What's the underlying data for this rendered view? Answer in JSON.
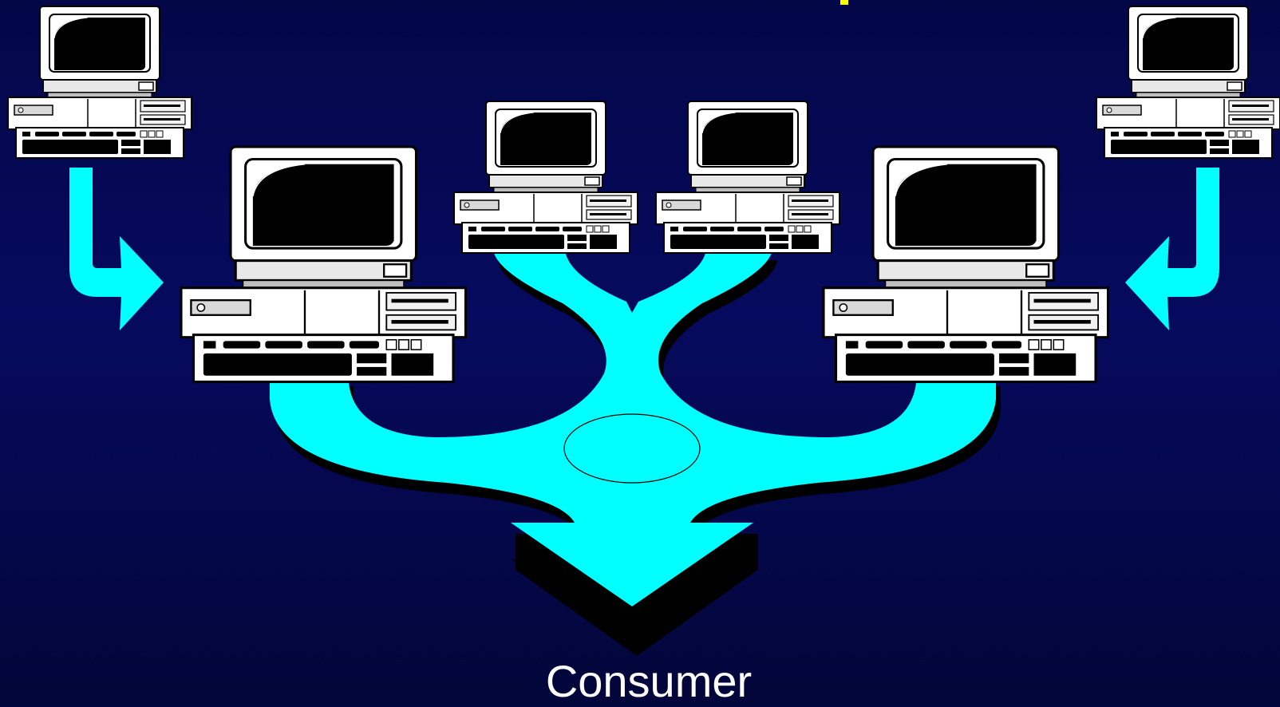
{
  "diagram": {
    "consumer_label": "Consumer",
    "colors": {
      "background": "#040852",
      "flow": "#00ffff",
      "shadow": "#000000",
      "computer_body": "#ffffff",
      "computer_panel": "#e6e6e6",
      "screen": "#000000",
      "title_mark": "#ffff00"
    },
    "computers": [
      {
        "name": "computer-top-left",
        "icon": "desktop-computer-icon"
      },
      {
        "name": "computer-mid-left",
        "icon": "desktop-computer-icon"
      },
      {
        "name": "computer-center-left",
        "icon": "desktop-computer-icon"
      },
      {
        "name": "computer-center-right",
        "icon": "desktop-computer-icon"
      },
      {
        "name": "computer-mid-right",
        "icon": "desktop-computer-icon"
      },
      {
        "name": "computer-top-right",
        "icon": "desktop-computer-icon"
      }
    ]
  }
}
